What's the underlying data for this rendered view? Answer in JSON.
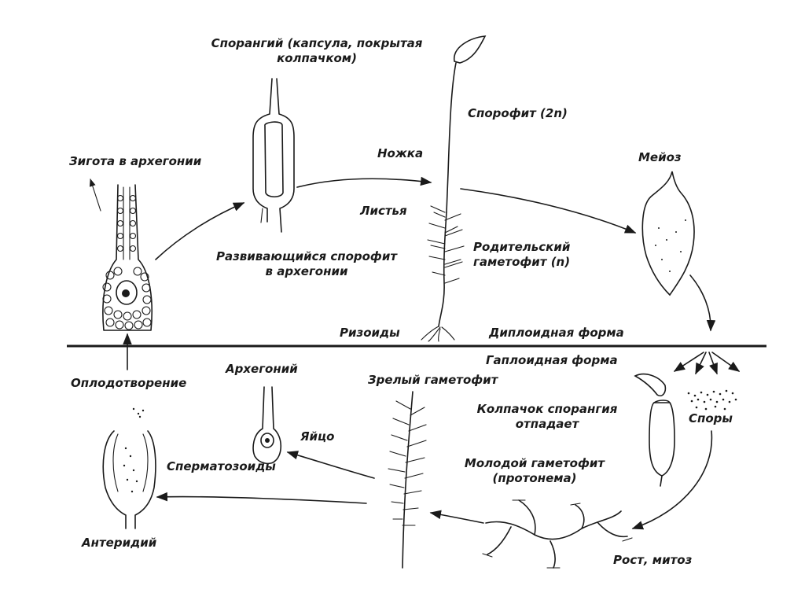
{
  "colors": {
    "ink": "#1a1a1a",
    "background": "#ffffff"
  },
  "labels": {
    "sporangium_line1": "Спорангий (капсула, покрытая",
    "sporangium_line2": "колпачком)",
    "zygote": "Зигота в архегонии",
    "sporophyte": "Спорофит (2n)",
    "stalk": "Ножка",
    "meiosis": "Мейоз",
    "leaves": "Листья",
    "parent_gametophyte_line1": "Родительский",
    "parent_gametophyte_line2": "гаметофит (n)",
    "developing_sporophyte_line1": "Развивающийся спорофит",
    "developing_sporophyte_line2": "в архегонии",
    "rhizoids": "Ризоиды",
    "diploid_form": "Диплоидная форма",
    "haploid_form": "Гаплоидная форма",
    "fertilization": "Оплодотворение",
    "archegonium": "Архегоний",
    "mature_gametophyte": "Зрелый гаметофит",
    "calyptra_line1": "Колпачок спорангия",
    "calyptra_line2": "отпадает",
    "egg": "Яйцо",
    "spores": "Споры",
    "sperm": "Сперматозоиды",
    "young_gametophyte_line1": "Молодой гаметофит",
    "young_gametophyte_line2": "(протонема)",
    "antheridium": "Антеридий",
    "growth_mitosis": "Рост, митоз"
  }
}
